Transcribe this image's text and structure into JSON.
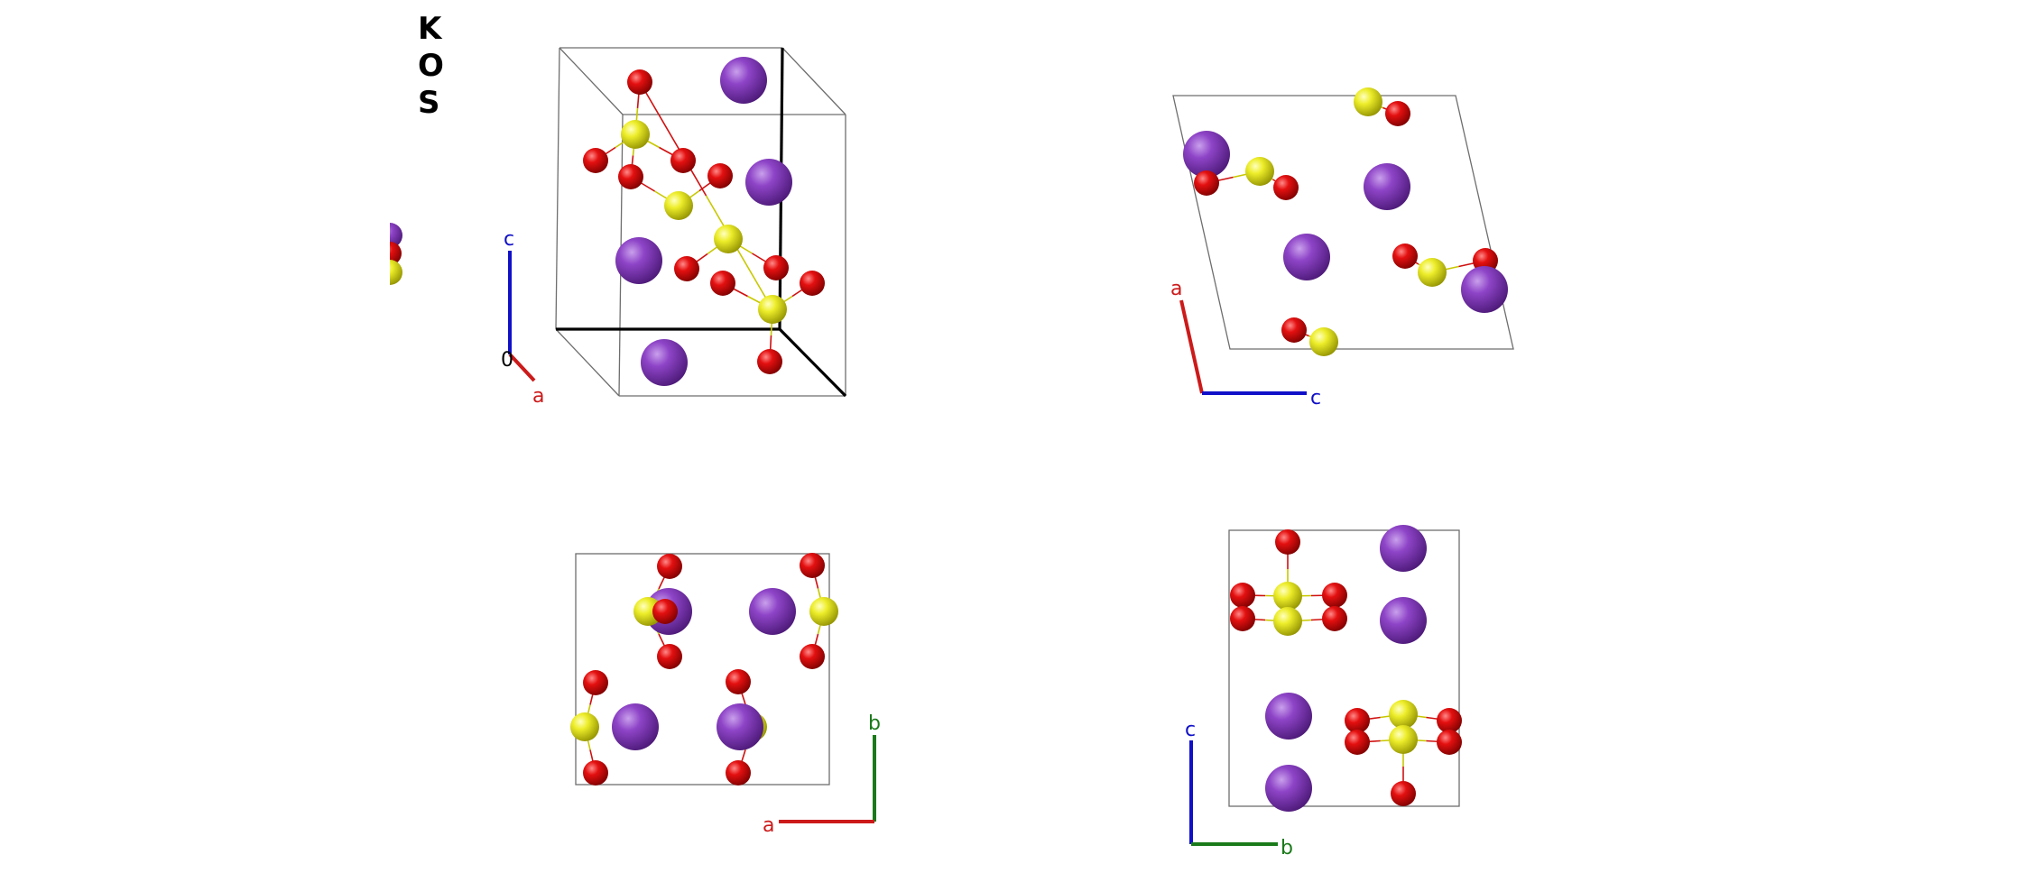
{
  "legend": {
    "elements": [
      "K",
      "O",
      "S"
    ]
  },
  "colors": {
    "K": "#8e44c7",
    "O": "#e41010",
    "S": "#eded2a",
    "axis_a": "#cc1a1a",
    "axis_b": "#1a7a1a",
    "axis_c": "#1010c8",
    "origin": "#000000"
  },
  "views": [
    {
      "name": "perspective",
      "axes": {
        "c": "c",
        "a": "a",
        "origin": "0"
      }
    },
    {
      "name": "along-b",
      "axes": {
        "a": "a",
        "c": "c"
      }
    },
    {
      "name": "along-c",
      "axes": {
        "b": "b",
        "a": "a"
      }
    },
    {
      "name": "along-a",
      "axes": {
        "c": "c",
        "b": "b"
      }
    }
  ]
}
